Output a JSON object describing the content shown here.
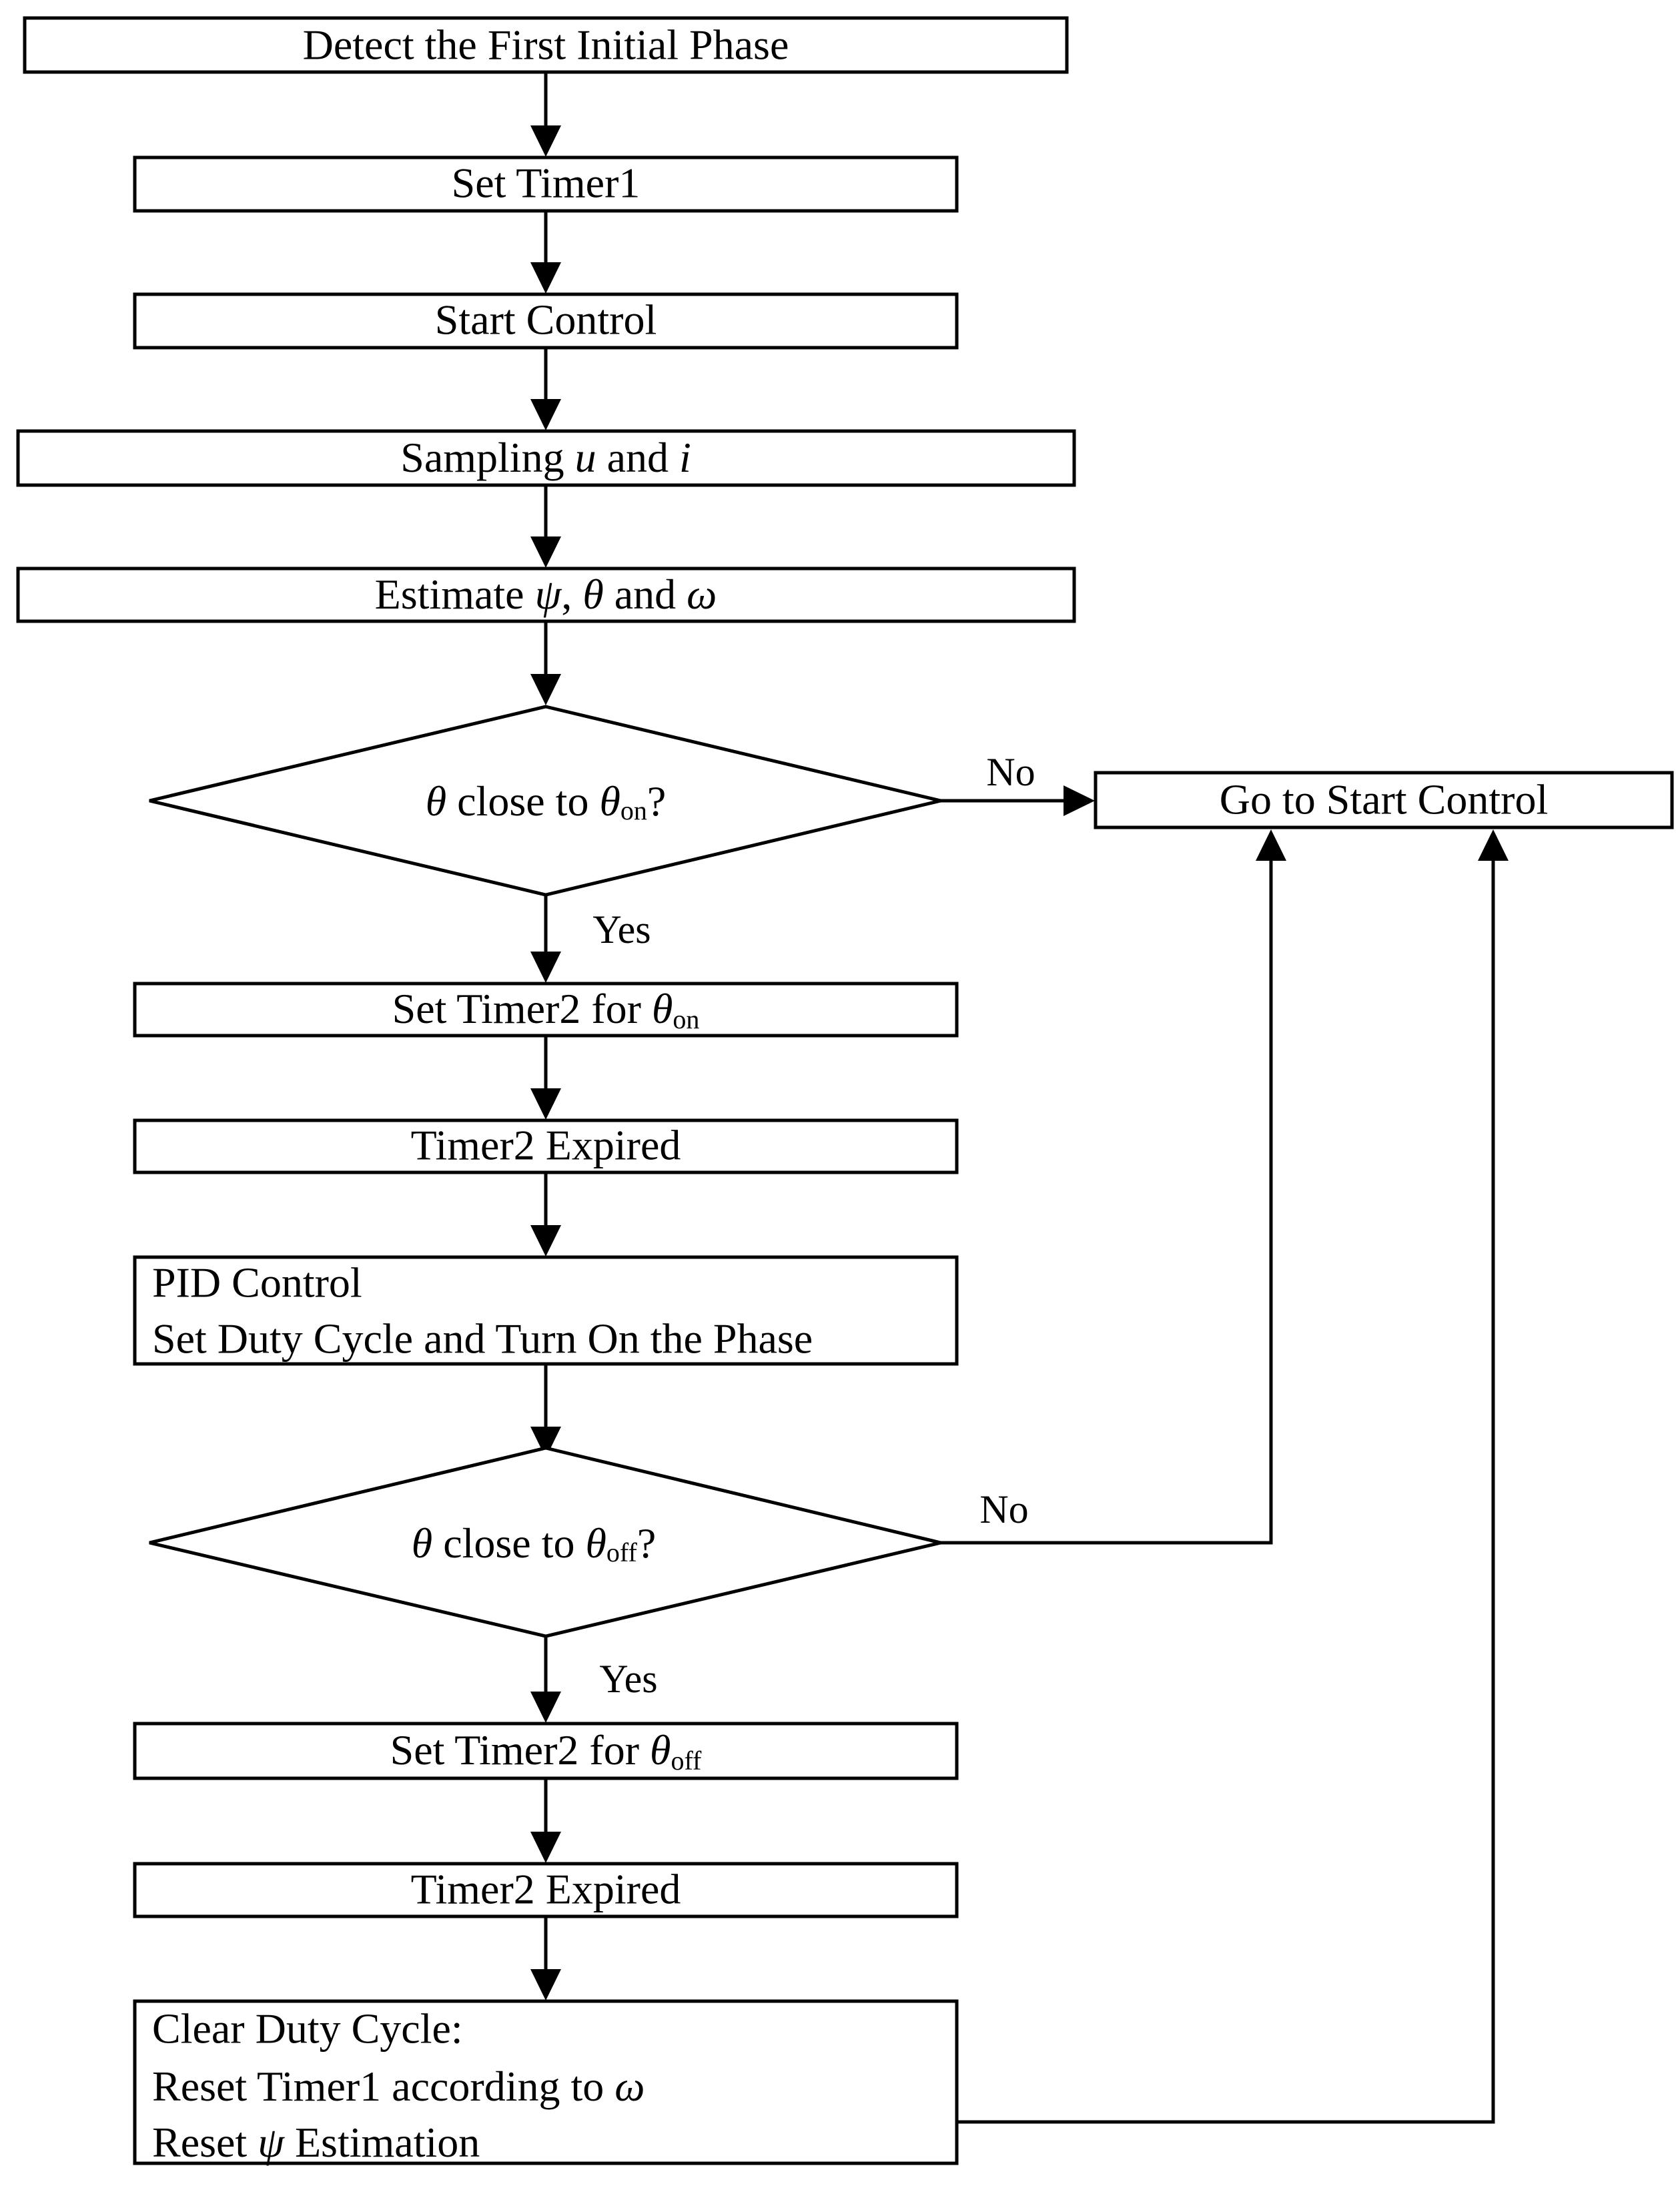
{
  "flowchart": {
    "detect_phase": "Detect the First Initial Phase",
    "set_timer1": "Set Timer1",
    "start_control": "Start Control",
    "sampling": {
      "prefix": "Sampling ",
      "u": "u",
      "and": " and ",
      "i": "i"
    },
    "estimate": {
      "prefix": "Estimate ",
      "psi": "ψ",
      "comma": ", ",
      "theta": "θ",
      "and": " and ",
      "omega": "ω"
    },
    "decision_on": {
      "theta": "θ",
      "text": " close to ",
      "theta2": "θ",
      "sub": "on",
      "q": "?"
    },
    "go_to_start": "Go to Start Control",
    "no_label_1": "No",
    "yes_label_1": "Yes",
    "set_timer2_on": {
      "prefix": "Set Timer2 for ",
      "theta": "θ",
      "sub": "on"
    },
    "timer2_expired_1": "Timer2 Expired",
    "pid_line1": "PID Control",
    "pid_line2": "Set Duty Cycle and Turn On the Phase",
    "decision_off": {
      "theta": "θ",
      "text": " close to ",
      "theta2": "θ",
      "sub": "off",
      "q": "?"
    },
    "no_label_2": "No",
    "yes_label_2": "Yes",
    "set_timer2_off": {
      "prefix": "Set Timer2 for ",
      "theta": "θ",
      "sub": "off"
    },
    "timer2_expired_2": "Timer2 Expired",
    "clear_line1": "Clear Duty Cycle:",
    "clear_line2": {
      "prefix": "Reset Timer1 according to ",
      "omega": "ω"
    },
    "clear_line3": {
      "prefix": "Reset ",
      "psi": "ψ",
      "suffix": " Estimation"
    }
  }
}
